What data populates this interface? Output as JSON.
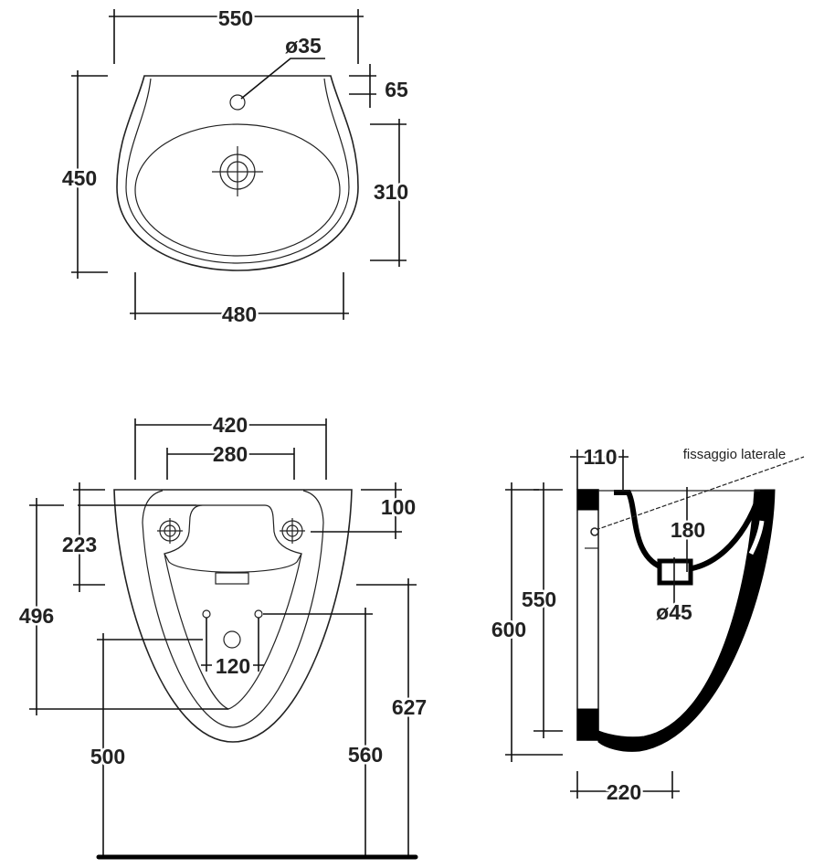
{
  "top_view": {
    "width_overall": "550",
    "tap_hole_diameter": "ø35",
    "tap_hole_offset": "65",
    "depth_overall": "450",
    "bowl_depth": "310",
    "bowl_width": "480"
  },
  "front_view": {
    "width_420": "420",
    "bolt_spacing": "280",
    "top_offset": "100",
    "bracket_height": "223",
    "height_496": "496",
    "hole_spacing": "120",
    "floor_500": "500",
    "floor_560": "560",
    "floor_627": "627"
  },
  "side_view": {
    "wall_offset": "110",
    "fixing_note": "fissaggio laterale",
    "bowl_depth": "180",
    "height_550": "550",
    "height_600": "600",
    "drain_diameter": "ø45",
    "projection": "220"
  }
}
